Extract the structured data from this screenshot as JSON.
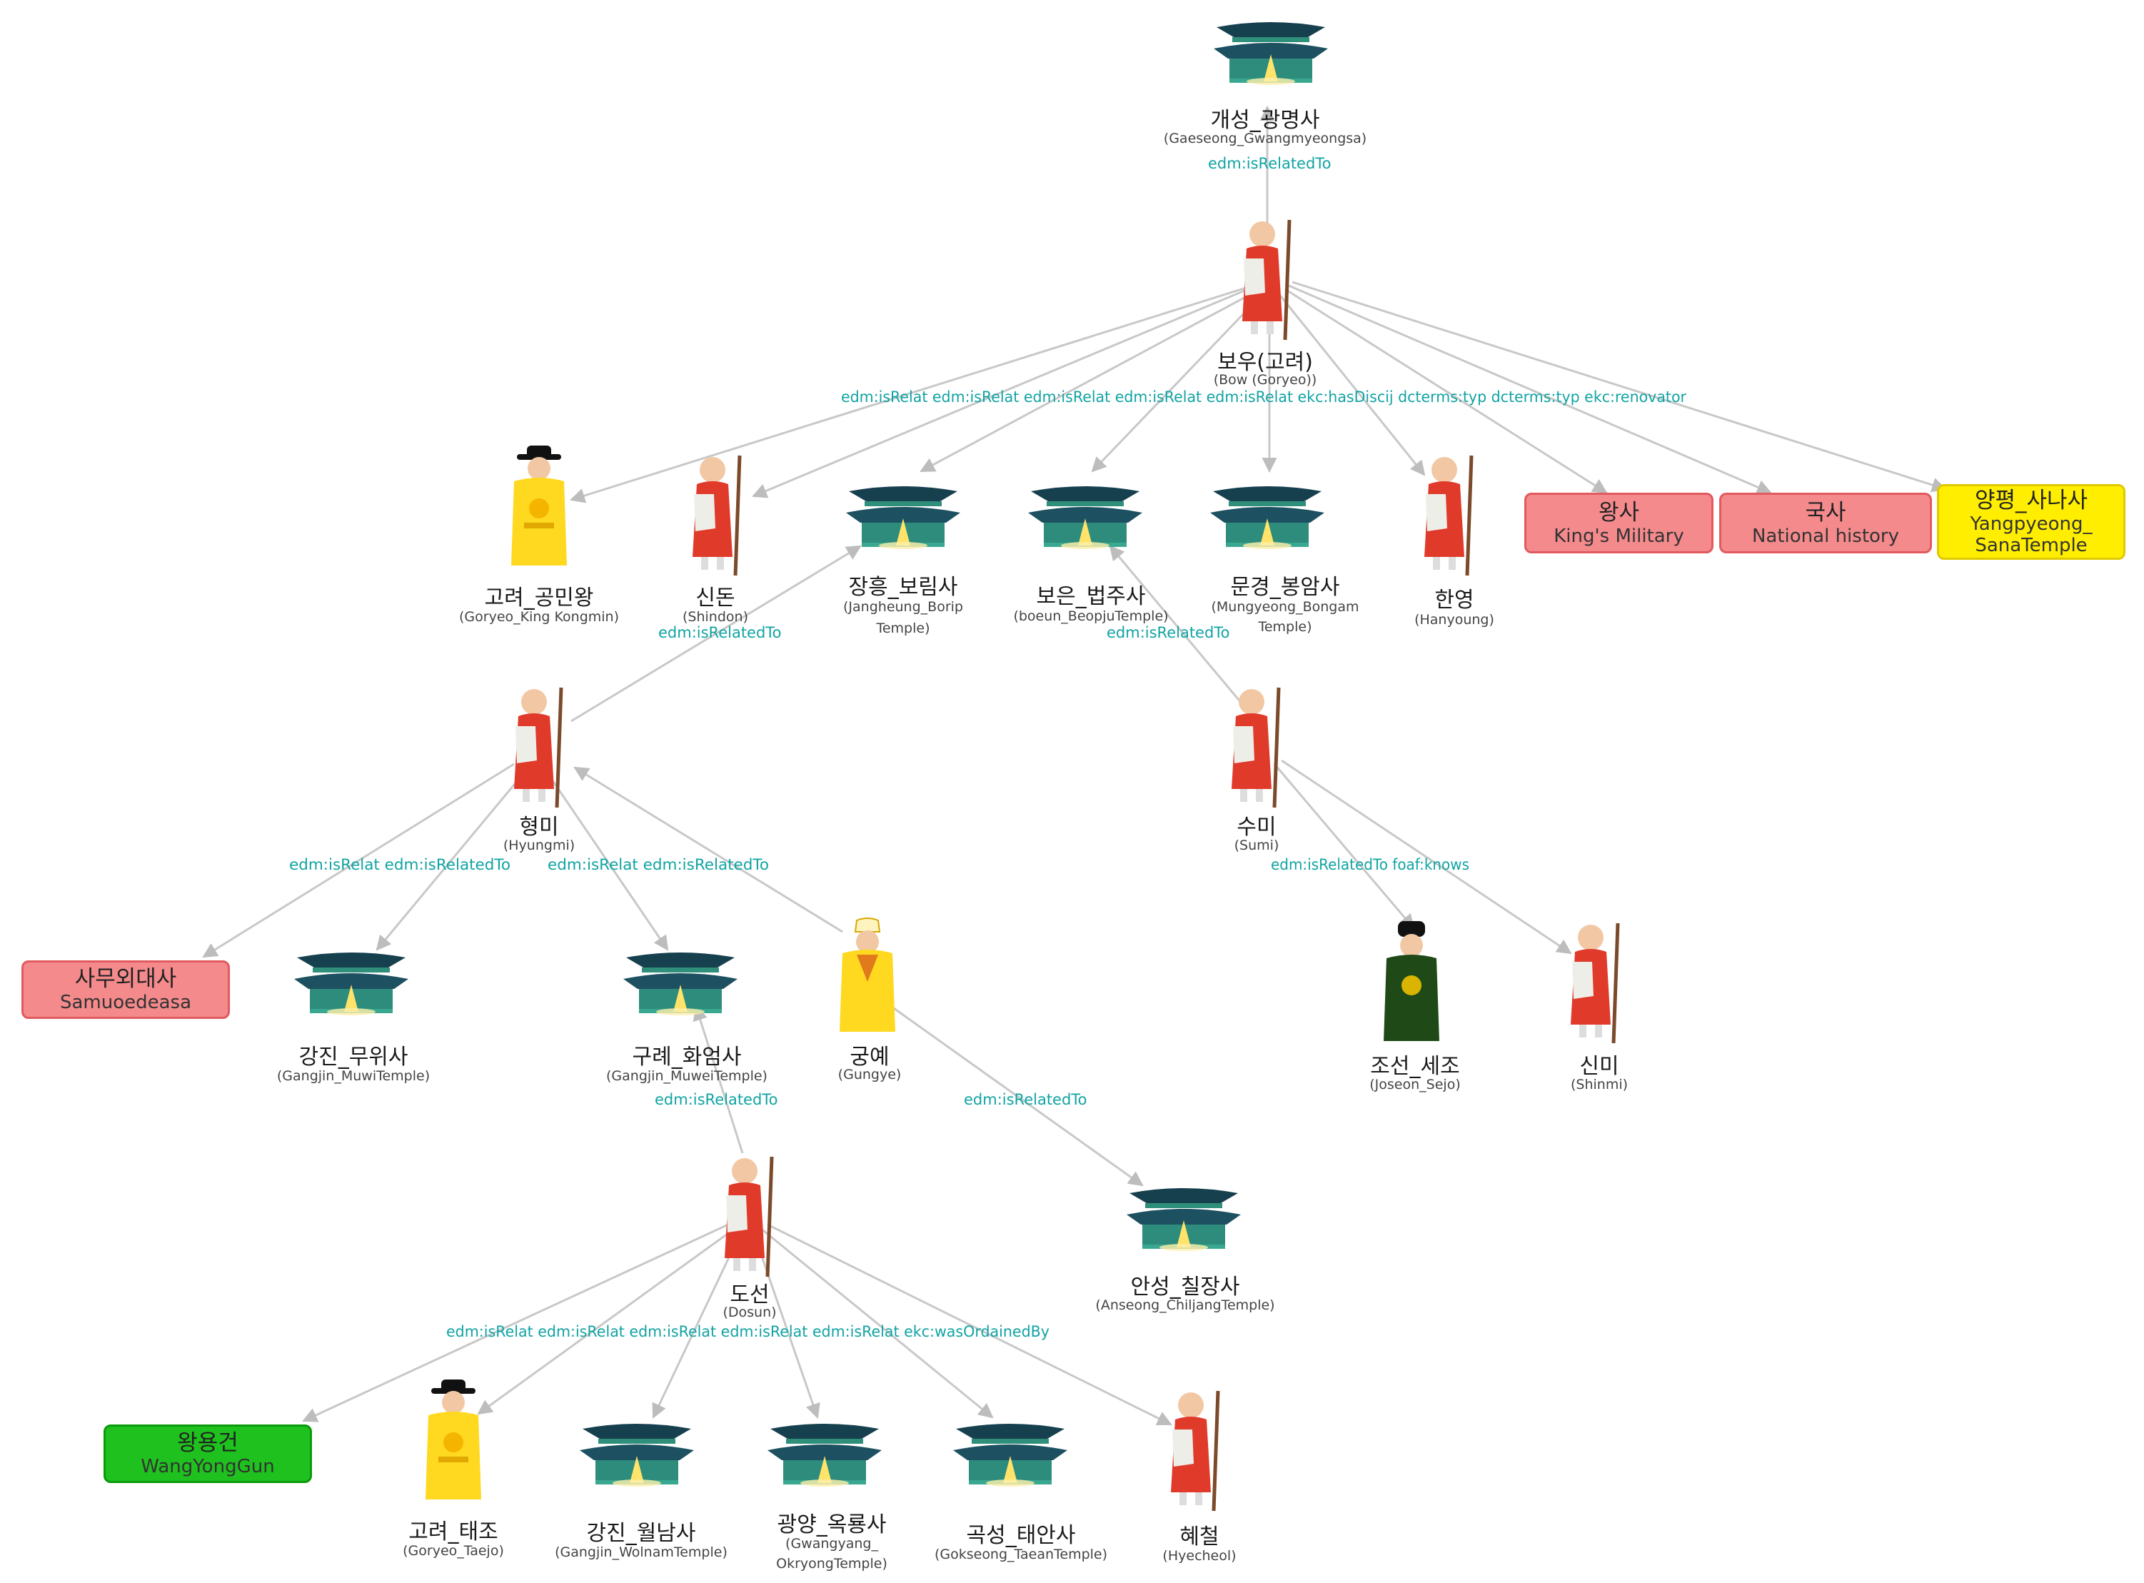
{
  "colors": {
    "edge": "#c8c8c8",
    "edge_label": "#12a3a3",
    "box_red_fill": "#f48a8c",
    "box_red_border": "#e05a5e",
    "box_yellow_fill": "#ffee00",
    "box_yellow_border": "#e0c800",
    "box_green_fill": "#1ec11e",
    "box_green_border": "#0c9a0c"
  },
  "nodes": {
    "gwangmyeongsa": {
      "ko": "개성_광명사",
      "en": "(Gaeseong_Gwangmyeongsa)",
      "icon": "temple-icon"
    },
    "bow": {
      "ko": "보우(고려)",
      "en": "(Bow (Goryeo))",
      "icon": "monk-icon"
    },
    "kongmin": {
      "ko": "고려_공민왕",
      "en": "(Goryeo_King Kongmin)",
      "icon": "king-icon"
    },
    "shindon": {
      "ko": "신돈",
      "en": "(Shindon)",
      "icon": "monk-icon"
    },
    "borim": {
      "ko": "장흥_보림사",
      "en": "(Jangheung_Borip",
      "en2": "Temple)",
      "icon": "temple-icon"
    },
    "beopju": {
      "ko": "보은_법주사",
      "en": "(boeun_BeopjuTemple)",
      "icon": "temple-icon"
    },
    "bongam": {
      "ko": "문경_봉암사",
      "en": "(Mungyeong_Bongam",
      "en2": "Temple)",
      "icon": "temple-icon"
    },
    "hanyoung": {
      "ko": "한영",
      "en": "(Hanyoung)",
      "icon": "monk-icon"
    },
    "wangsa": {
      "ko": "왕사",
      "en": "King's Military",
      "icon": "box-red"
    },
    "guksa": {
      "ko": "국사",
      "en": "National history",
      "icon": "box-red"
    },
    "sanasa": {
      "ko": "양평_사나사",
      "en": "Yangpyeong_",
      "en2": "SanaTemple",
      "icon": "box-yellow"
    },
    "hyungmi": {
      "ko": "형미",
      "en": "(Hyungmi)",
      "icon": "monk-icon"
    },
    "sumi": {
      "ko": "수미",
      "en": "(Sumi)",
      "icon": "monk-icon"
    },
    "samuoe": {
      "ko": "사무외대사",
      "en": "Samuoedeasa",
      "icon": "box-red"
    },
    "muwi": {
      "ko": "강진_무위사",
      "en": "(Gangjin_MuwiTemple)",
      "icon": "temple-icon"
    },
    "hwaeom": {
      "ko": "구례_화엄사",
      "en": "(Gangjin_MuweiTemple)",
      "icon": "temple-icon"
    },
    "gungye": {
      "ko": "궁예",
      "en": "(Gungye)",
      "icon": "king-icon"
    },
    "sejo": {
      "ko": "조선_세조",
      "en": "(Joseon_Sejo)",
      "icon": "king-icon"
    },
    "shinmi": {
      "ko": "신미",
      "en": "(Shinmi)",
      "icon": "monk-icon"
    },
    "dosun": {
      "ko": "도선",
      "en": "(Dosun)",
      "icon": "monk-icon"
    },
    "chiljang": {
      "ko": "안성_칠장사",
      "en": "(Anseong_ChiljangTemple)",
      "icon": "temple-icon"
    },
    "wangyonggun": {
      "ko": "왕용건",
      "en": "WangYongGun",
      "icon": "box-green"
    },
    "taejo": {
      "ko": "고려_태조",
      "en": "(Goryeo_Taejo)",
      "icon": "king-icon"
    },
    "wolnam": {
      "ko": "강진_월남사",
      "en": "(Gangjin_WolnamTemple)",
      "icon": "temple-icon"
    },
    "okryong": {
      "ko": "광양_옥룡사",
      "en": "(Gwangyang_",
      "en2": "OkryongTemple)",
      "icon": "temple-icon"
    },
    "taean": {
      "ko": "곡성_태안사",
      "en": "(Gokseong_TaeanTemple)",
      "icon": "temple-icon"
    },
    "hyecheol": {
      "ko": "혜철",
      "en": "(Hyecheol)",
      "icon": "monk-icon"
    }
  },
  "edge_labels": {
    "l1": "edm:isRelatedTo",
    "l2": "edm:isRelat edm:isRelat edm:isRelat edm:isRelat edm:isRelat ekc:hasDiscij dcterms:typ dcterms:typ ekc:renovator",
    "l3": "edm:isRelatedTo",
    "l4": "edm:isRelatedTo",
    "l5": "edm:isRelat edm:isRelatedTo",
    "l6": "edm:isRelat edm:isRelatedTo",
    "l7": "edm:isRelatedTo foaf:knows",
    "l8": "edm:isRelatedTo",
    "l9": "edm:isRelatedTo",
    "l10": "edm:isRelat edm:isRelat edm:isRelat edm:isRelat edm:isRelat ekc:wasOrdainedBy"
  }
}
